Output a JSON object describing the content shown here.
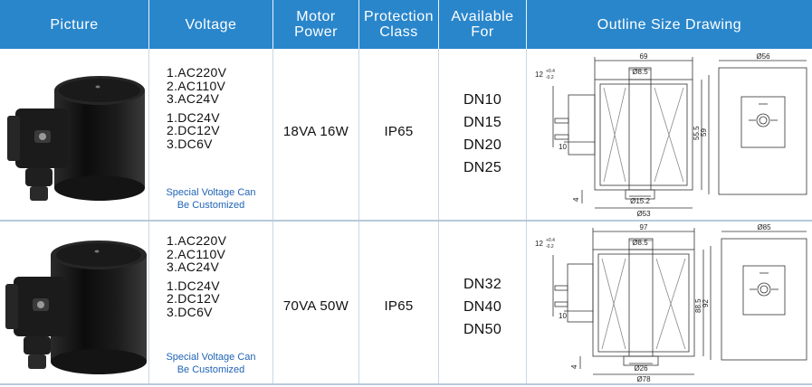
{
  "header": {
    "picture": "Picture",
    "voltage": "Voltage",
    "motor_power_line1": "Motor",
    "motor_power_line2": "Power",
    "protection_line1": "Protection",
    "protection_line2": "Class",
    "available_line1": "Available",
    "available_line2": "For",
    "outline": "Outline Size Drawing"
  },
  "rows": [
    {
      "voltages_ac": [
        "1.AC220V",
        "2.AC110V",
        "3.AC24V"
      ],
      "voltages_dc": [
        "1.DC24V",
        "2.DC12V",
        "3.DC6V"
      ],
      "note_line1": "Special Voltage Can",
      "note_line2": "Be Customized",
      "power": "18VA 16W",
      "protection": "IP65",
      "available": [
        "DN10",
        "DN15",
        "DN20",
        "DN25"
      ],
      "dims": {
        "width": "69",
        "bore_top": "Ø8.5",
        "step": "12",
        "step_tol_up": "+0.4",
        "step_tol_dn": "-0.2",
        "ten": "10",
        "h_inner": "55.5",
        "h_outer": "59",
        "four": "4",
        "bore_bottom": "Ø15.2",
        "outer_dia": "Ø53",
        "front_dia": "Ø56"
      }
    },
    {
      "voltages_ac": [
        "1.AC220V",
        "2.AC110V",
        "3.AC24V"
      ],
      "voltages_dc": [
        "1.DC24V",
        "2.DC12V",
        "3.DC6V"
      ],
      "note_line1": "Special Voltage Can",
      "note_line2": "Be Customized",
      "power": "70VA 50W",
      "protection": "IP65",
      "available": [
        "DN32",
        "DN40",
        "DN50"
      ],
      "dims": {
        "width": "97",
        "bore_top": "Ø8.5",
        "step": "12",
        "step_tol_up": "+0.4",
        "step_tol_dn": "-0.2",
        "ten": "10",
        "h_inner": "88.5",
        "h_outer": "92",
        "four": "4",
        "bore_bottom": "Ø26",
        "outer_dia": "Ø78",
        "front_dia": "Ø85"
      }
    }
  ],
  "colors": {
    "header_bg": "#2a86cb",
    "note_text": "#1f63b5",
    "coil_black": "#161616"
  }
}
